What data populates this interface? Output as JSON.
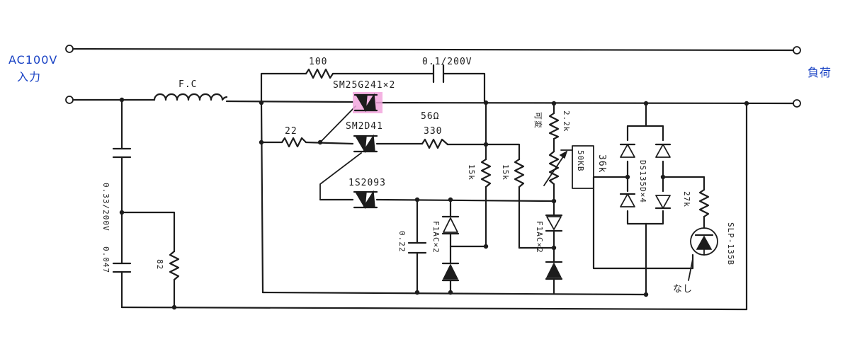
{
  "labels": {
    "input_top": "AC100V",
    "input_bottom": "入力",
    "load": "負荷",
    "r_series": "100",
    "c_series": "0.1/200V",
    "choke": "F.C",
    "main_triac": "SM25G241×2",
    "drive_triac": "SM2D41",
    "drive_note": "56Ω",
    "r_22": "22",
    "r_330": "330",
    "diode_label": "1S2093",
    "c_filter": "0.33/200V",
    "c_lower": "0.047",
    "r_82": "82",
    "r_15k_a": "15k",
    "r_15k_b": "15k",
    "c_22": "0.22",
    "diac_left": "F1AC×2",
    "diac_right": "F1AC×2",
    "r_22k": "2.2k",
    "pot_note": "可変",
    "pot_box": "50KB",
    "r_36k": "36k",
    "bridge_label": "DS135D×4",
    "r_27k": "27k",
    "lamp_label": "SLP-135B",
    "lamp_note": "なし"
  },
  "colors": {
    "ink": "#1c1c1c",
    "annotation": "#1a43c4",
    "highlight": "#f2a6dd"
  }
}
